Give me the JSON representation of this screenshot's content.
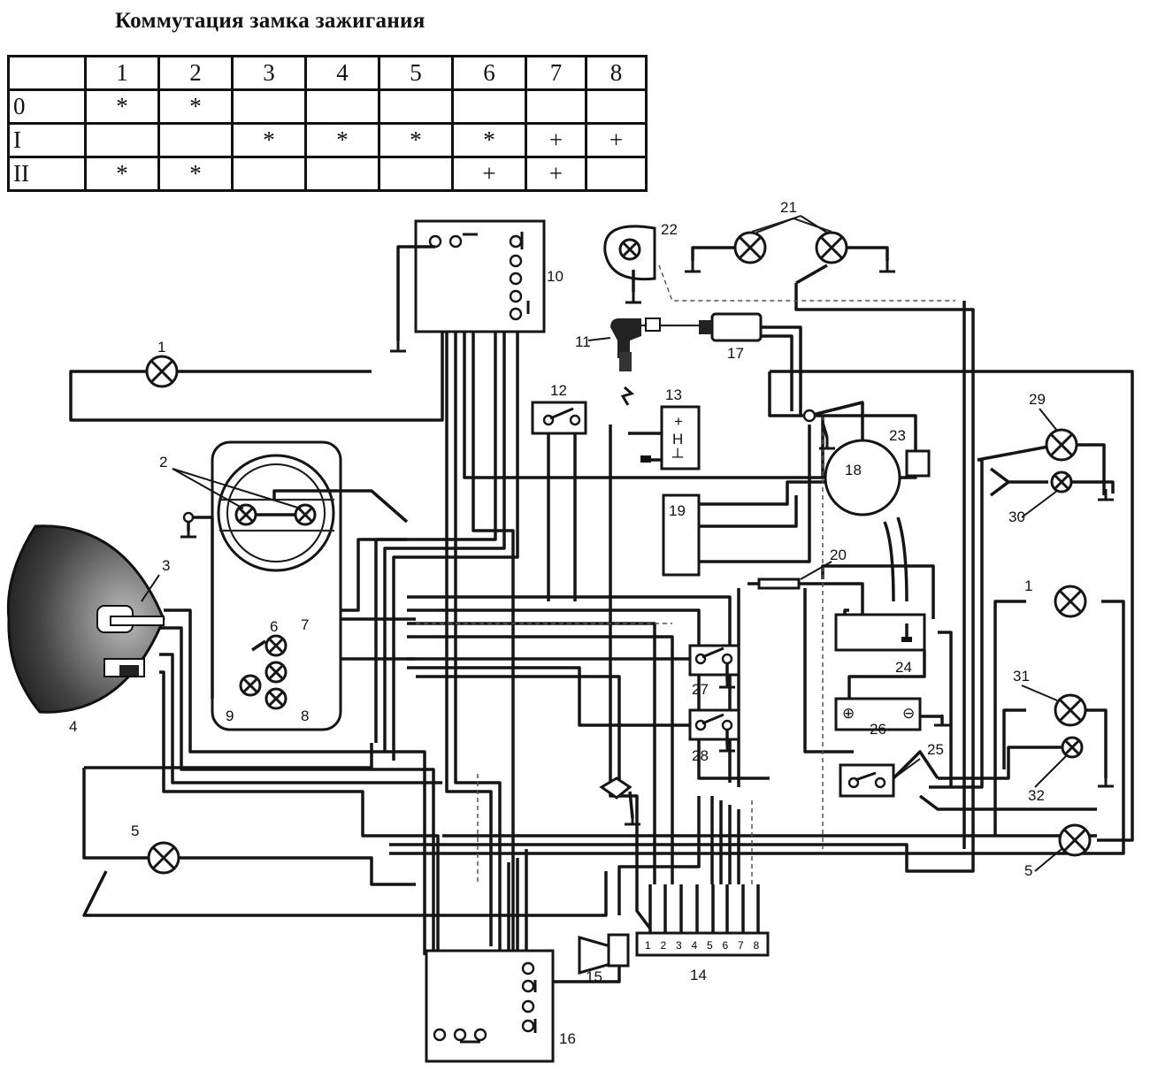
{
  "title": "Коммутация замка зажигания",
  "table": {
    "header": [
      "",
      "1",
      "2",
      "3",
      "4",
      "5",
      "6",
      "7",
      "8"
    ],
    "rows": [
      [
        "0",
        "*",
        "*",
        "",
        "",
        "",
        "",
        "",
        ""
      ],
      [
        "I",
        "",
        "",
        "*",
        "*",
        "*",
        "*",
        "+",
        "+"
      ],
      [
        "II",
        "*",
        "*",
        "",
        "",
        "",
        "+",
        "+",
        ""
      ]
    ]
  },
  "components": [
    {
      "id": "1",
      "label": "1"
    },
    {
      "id": "1b",
      "label": "1"
    },
    {
      "id": "2",
      "label": "2"
    },
    {
      "id": "3",
      "label": "3"
    },
    {
      "id": "4",
      "label": "4"
    },
    {
      "id": "5",
      "label": "5"
    },
    {
      "id": "5b",
      "label": "5"
    },
    {
      "id": "6",
      "label": "6"
    },
    {
      "id": "7",
      "label": "7"
    },
    {
      "id": "8",
      "label": "8"
    },
    {
      "id": "9",
      "label": "9"
    },
    {
      "id": "10",
      "label": "10"
    },
    {
      "id": "11",
      "label": "11"
    },
    {
      "id": "12",
      "label": "12"
    },
    {
      "id": "13",
      "label": "13"
    },
    {
      "id": "14",
      "label": "14"
    },
    {
      "id": "15",
      "label": "15"
    },
    {
      "id": "16",
      "label": "16"
    },
    {
      "id": "17",
      "label": "17"
    },
    {
      "id": "18",
      "label": "18"
    },
    {
      "id": "19",
      "label": "19"
    },
    {
      "id": "20",
      "label": "20"
    },
    {
      "id": "21",
      "label": "21"
    },
    {
      "id": "22",
      "label": "22"
    },
    {
      "id": "23",
      "label": "23"
    },
    {
      "id": "24",
      "label": "24"
    },
    {
      "id": "25",
      "label": "25"
    },
    {
      "id": "26",
      "label": "26"
    },
    {
      "id": "27",
      "label": "27"
    },
    {
      "id": "28",
      "label": "28"
    },
    {
      "id": "29",
      "label": "29"
    },
    {
      "id": "30",
      "label": "30"
    },
    {
      "id": "31",
      "label": "31"
    },
    {
      "id": "32",
      "label": "32"
    }
  ],
  "connector14_pins": [
    "1",
    "2",
    "3",
    "4",
    "5",
    "6",
    "7",
    "8"
  ],
  "relay13_marks": [
    "+",
    "Н",
    "┴"
  ],
  "battery26_marks": [
    "⊕",
    "⊖"
  ]
}
